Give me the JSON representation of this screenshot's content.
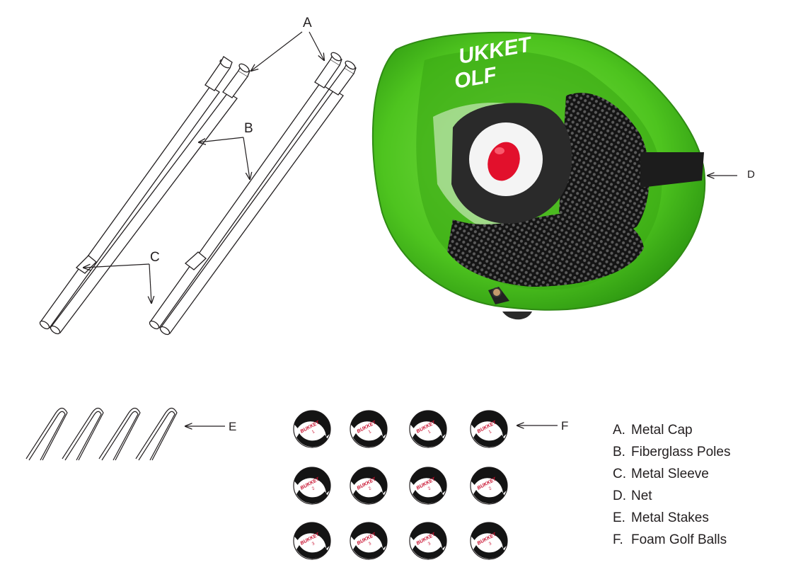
{
  "callouts": {
    "a": "A",
    "b": "B",
    "c": "C",
    "d": "D",
    "e": "E",
    "f": "F"
  },
  "net_brand_text": {
    "line1": "UKKET",
    "line2": "OLF"
  },
  "legend": [
    {
      "letter": "A.",
      "text": "Metal Cap"
    },
    {
      "letter": "B.",
      "text": "Fiberglass Poles"
    },
    {
      "letter": "C.",
      "text": "Metal Sleeve"
    },
    {
      "letter": "D.",
      "text": "Net"
    },
    {
      "letter": "E.",
      "text": "Metal Stakes"
    },
    {
      "letter": "F.",
      "text": "Foam Golf Balls"
    }
  ],
  "ball_logo_text": "BUKKET",
  "ball_rows": [
    {
      "number": "1"
    },
    {
      "number": "2"
    },
    {
      "number": "3"
    }
  ],
  "colors": {
    "net_green": "#4ec41f",
    "net_green_dark": "#2f9a12",
    "mesh": "#161616",
    "target_red": "#e2102c",
    "line": "#231f20"
  },
  "icons": [
    "arrow-icon",
    "pole-icon",
    "stake-icon",
    "foam-ball-icon",
    "net-icon"
  ]
}
